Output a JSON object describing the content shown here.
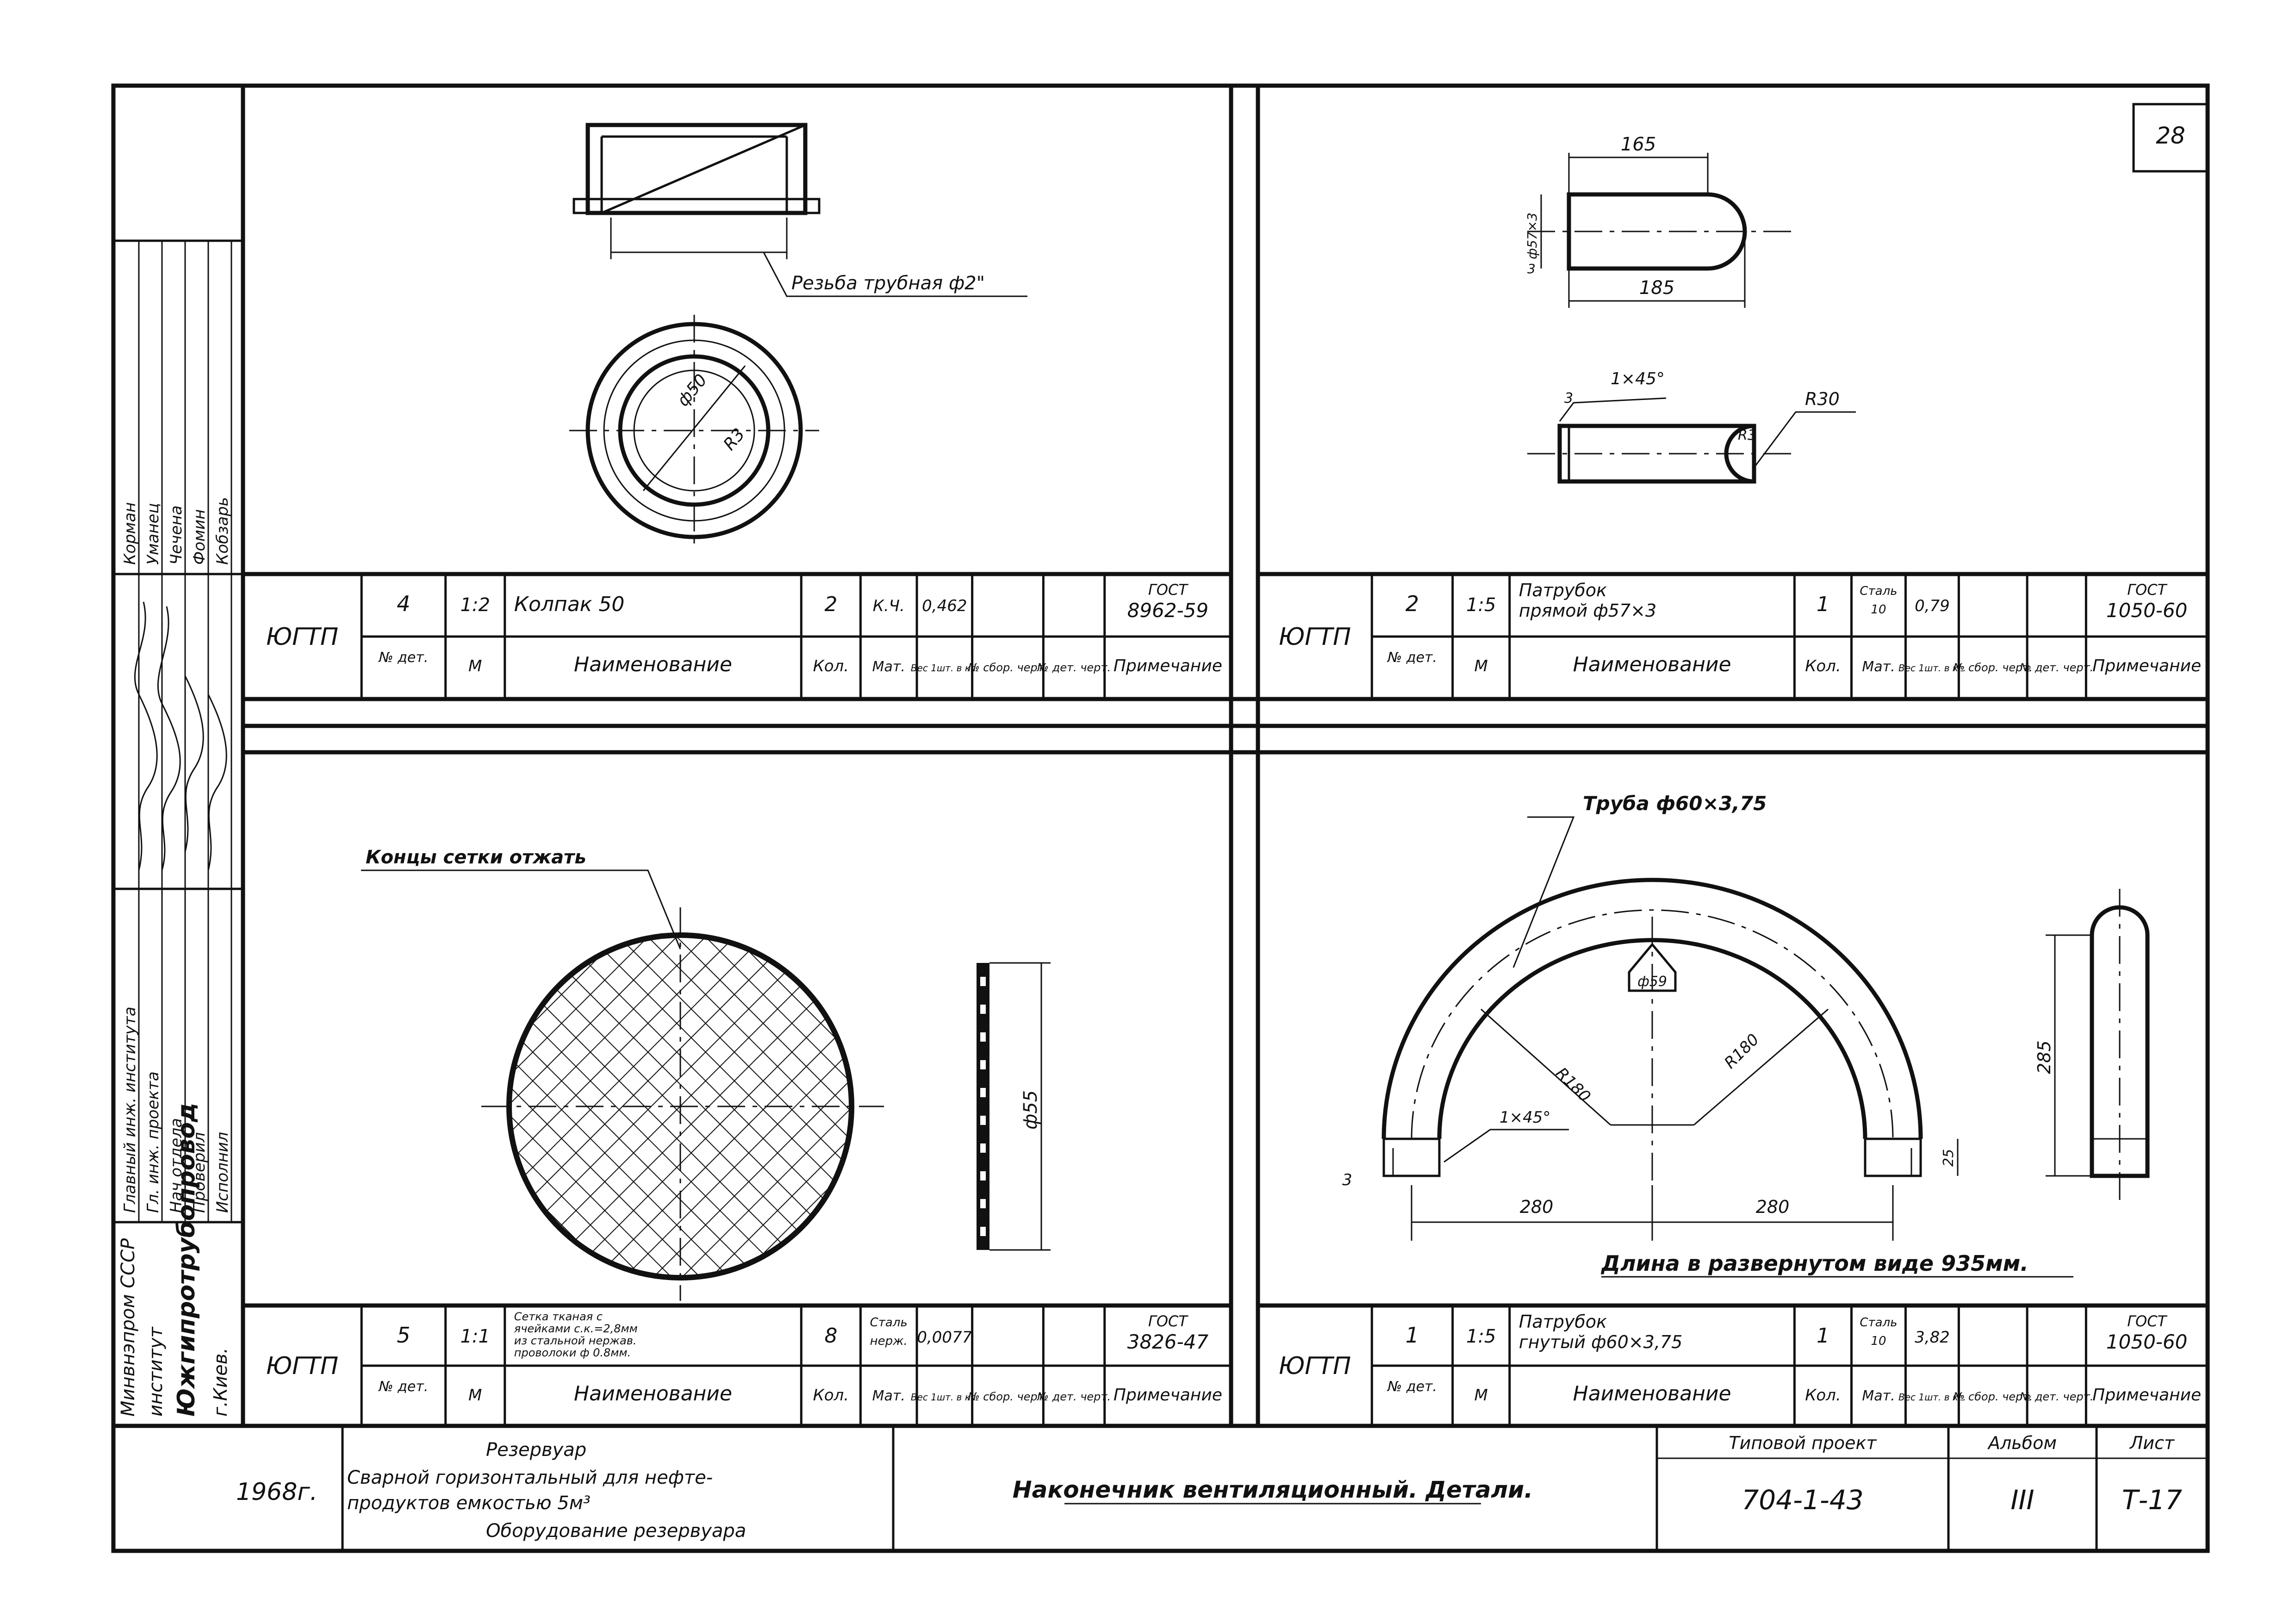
{
  "sheet": {
    "page_number": "28",
    "sheet_number": "Т-17",
    "series": "704-1-43",
    "album": "III"
  },
  "side": {
    "org_lines": [
      "Минвнэпром СССР",
      "институт",
      "Южгипротрубопровод",
      "г.Киев."
    ],
    "roles": [
      "Главный инж. института",
      "Гл. инж. проекта",
      "Нач отдела",
      "Проверил",
      "Исполнил"
    ],
    "names": [
      "Корман",
      "Уманец",
      "Чечена",
      "Фомин",
      "Кобзарь"
    ]
  },
  "title_block": {
    "year": "1968г.",
    "desc_lines": [
      "Резервуар",
      "Сварной горизонтальный для нефте-",
      "продуктов емкостью 5м³",
      "Оборудование резервуара"
    ],
    "title": "Наконечник вентиляционный. Детали.",
    "hdr_project": "Типовой проект",
    "hdr_album": "Альбом",
    "hdr_sheet": "Лист"
  },
  "table_hdr": {
    "det": "№ дет.",
    "m": "М",
    "name": "Наименование",
    "qty": "Кол.",
    "mat": "Мат.",
    "weight": "Вес 1шт. в кг.",
    "assy": "№ сбор. черт.",
    "detdr": "№ дет. черт.",
    "note": "Примечание"
  },
  "quadrants": {
    "top_left": {
      "org": "ЮГТП",
      "det": "4",
      "scale": "1:2",
      "name": "Колпак 50",
      "qty": "2",
      "mat": "К.Ч.",
      "weight": "0,462",
      "assy": "",
      "detdr": "",
      "note_lines": [
        "ГОСТ",
        "8962-59"
      ],
      "annotations": {
        "thread": "Резьба трубная ф2\"",
        "d_outer": "ф50",
        "r": "R3"
      }
    },
    "top_right": {
      "org": "ЮГТП",
      "det": "2",
      "scale": "1:5",
      "name_lines": [
        "Патрубок",
        "прямой ф57×3"
      ],
      "qty": "1",
      "mat_lines": [
        "Сталь",
        "10"
      ],
      "weight": "0,79",
      "assy": "",
      "detdr": "",
      "note_lines": [
        "ГОСТ",
        "1050-60"
      ],
      "annotations": {
        "len1": "165",
        "len2": "185",
        "dia": "ф57×3",
        "chamfer": "1×45°",
        "radius": "R30",
        "r3": "R3",
        "rough": "3"
      }
    },
    "bottom_left": {
      "org": "ЮГТП",
      "det": "5",
      "scale": "1:1",
      "name_lines": [
        "Сетка тканая с",
        "ячейками с.к.=2,8мм",
        "из стальной нержав.",
        "проволоки ф 0.8мм."
      ],
      "qty": "8",
      "mat_lines": [
        "Сталь",
        "нерж."
      ],
      "weight": "0,0077",
      "assy": "",
      "detdr": "",
      "note_lines": [
        "ГОСТ",
        "3826-47"
      ],
      "annotations": {
        "ends": "Концы сетки отжать",
        "dia": "ф55"
      }
    },
    "bottom_right": {
      "org": "ЮГТП",
      "det": "1",
      "scale": "1:5",
      "name_lines": [
        "Патрубок",
        "гнутый ф60×3,75"
      ],
      "qty": "1",
      "mat_lines": [
        "Сталь",
        "10"
      ],
      "weight": "3,82",
      "assy": "",
      "detdr": "",
      "note_lines": [
        "ГОСТ",
        "1050-60"
      ],
      "annotations": {
        "pipe": "Труба ф60×3,75",
        "r_inner": "R180",
        "r_outer": "R180",
        "hole": "ф59",
        "chamfer": "1×45°",
        "w1": "280",
        "w2": "280",
        "h": "285",
        "h2": "25",
        "rough": "3",
        "unrolled": "Длина в развернутом виде 935мм."
      }
    }
  }
}
